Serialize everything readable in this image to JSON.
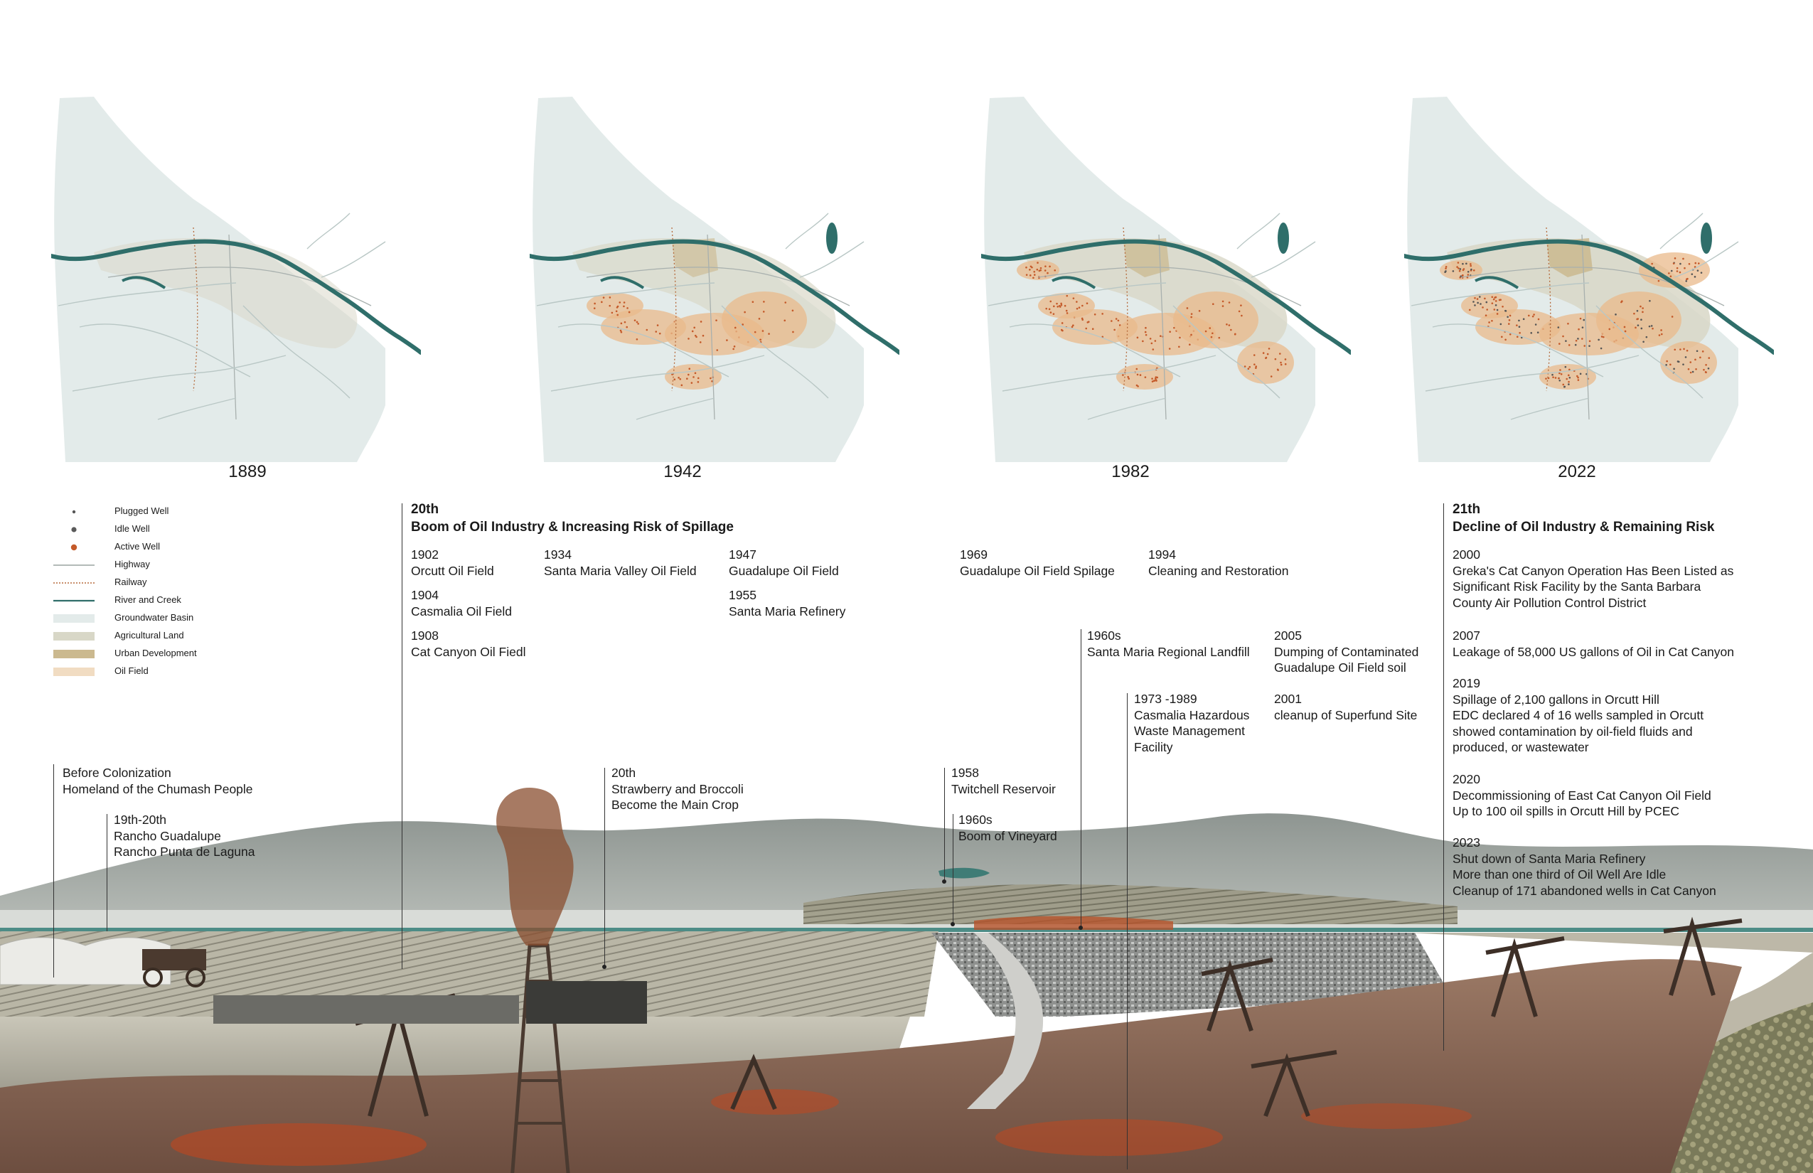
{
  "maps": {
    "years": [
      "1889",
      "1942",
      "1982",
      "2022"
    ],
    "colors": {
      "river": "#2f6e6a",
      "groundwater_basin": "#e3ebea",
      "agricultural_land": "#d8d7c7",
      "urban_development": "#cbb98f",
      "oil_field": "#e9b98b",
      "active_well": "#c45a2a",
      "highway": "#a8b0ae",
      "railway": "#b5693a"
    }
  },
  "legend": {
    "items": [
      {
        "label": "Plugged Well",
        "symbol": "plugged-well"
      },
      {
        "label": "Idle Well",
        "symbol": "idle-well"
      },
      {
        "label": "Active Well",
        "symbol": "active-well"
      },
      {
        "label": "Highway",
        "symbol": "highway"
      },
      {
        "label": "Railway",
        "symbol": "railway"
      },
      {
        "label": "River and Creek",
        "symbol": "river"
      },
      {
        "label": "Groundwater Basin",
        "symbol": "groundwater-basin"
      },
      {
        "label": "Agricultural Land",
        "symbol": "agricultural-land"
      },
      {
        "label": "Urban Development",
        "symbol": "urban-development"
      },
      {
        "label": "Oil Field",
        "symbol": "oil-field"
      }
    ]
  },
  "eras": {
    "e20": {
      "century": "20th",
      "title": "Boom of Oil Industry & Increasing Risk of Spillage"
    },
    "e21": {
      "century": "21th",
      "title": "Decline of Oil Industry & Remaining Risk"
    }
  },
  "events": {
    "e1902": {
      "year": "1902",
      "text": "Orcutt Oil Field"
    },
    "e1904": {
      "year": "1904",
      "text": "Casmalia Oil Field"
    },
    "e1908": {
      "year": "1908",
      "text": "Cat Canyon Oil Fiedl"
    },
    "e1934": {
      "year": "1934",
      "text": "Santa Maria Valley Oil Field"
    },
    "e1947": {
      "year": "1947",
      "text": "Guadalupe Oil Field"
    },
    "e1955": {
      "year": "1955",
      "text": "Santa Maria Refinery"
    },
    "e1969": {
      "year": "1969",
      "text": "Guadalupe Oil Field Spilage"
    },
    "e1994": {
      "year": "1994",
      "text": "Cleaning and Restoration"
    },
    "e1960s_landfill": {
      "year": "1960s",
      "text": "Santa Maria Regional Landfill"
    },
    "e2005": {
      "year": "2005",
      "lines": [
        "Dumping of Contaminated",
        "Guadalupe Oil Field soil"
      ]
    },
    "e1973": {
      "year": "1973 -1989",
      "lines": [
        "Casmalia Hazardous",
        "Waste Management",
        "Facility"
      ]
    },
    "e2001": {
      "year": "2001",
      "text": "cleanup of Superfund Site"
    },
    "colonization": {
      "lines": [
        "Before Colonization",
        "Homeland of the Chumash People"
      ]
    },
    "rancho": {
      "year": "19th-20th",
      "lines": [
        "Rancho Guadalupe",
        "Rancho Punta de Laguna"
      ]
    },
    "crops": {
      "year": "20th",
      "lines": [
        "Strawberry and Broccoli",
        "Become the Main Crop"
      ]
    },
    "e1958": {
      "year": "1958",
      "text": "Twitchell Reservoir"
    },
    "e1960s_vineyard": {
      "year": "1960s",
      "text": "Boom of Vineyard"
    },
    "e2000": {
      "year": "2000",
      "lines": [
        "Greka's Cat Canyon Operation Has Been Listed as",
        "Significant Risk Facility by the Santa Barbara",
        "County Air Pollution Control District"
      ]
    },
    "e2007": {
      "year": "2007",
      "text": "Leakage of 58,000 US gallons of Oil in Cat Canyon"
    },
    "e2019": {
      "year": "2019",
      "lines": [
        "Spillage of 2,100 gallons in Orcutt Hill",
        "EDC declared 4 of 16 wells sampled in Orcutt",
        "showed contamination by oil-field fluids and",
        "produced, or wastewater"
      ]
    },
    "e2020": {
      "year": "2020",
      "lines": [
        "Decommissioning of East Cat Canyon Oil Field",
        "Up to 100 oil spills in Orcutt Hill by PCEC"
      ]
    },
    "e2023": {
      "year": "2023",
      "lines": [
        "Shut down of Santa Maria Refinery",
        "More than one third of Oil Well Are Idle",
        "Cleanup of 171 abandoned wells in Cat Canyon"
      ]
    }
  }
}
